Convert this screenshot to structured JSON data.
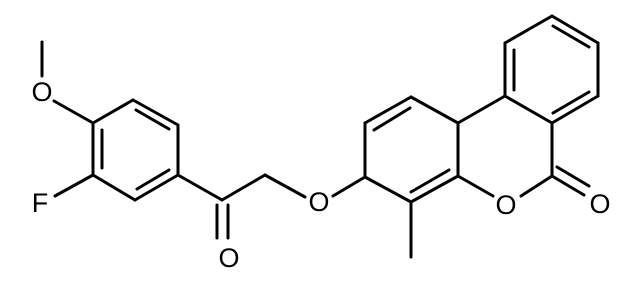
{
  "molecule": {
    "atom_labels": {
      "methoxy_oxygen": "O",
      "fluorine": "F",
      "ketone_oxygen": "O",
      "ether_oxygen": "O",
      "ring_oxygen": "O",
      "lactone_carbonyl_oxygen": "O"
    }
  }
}
